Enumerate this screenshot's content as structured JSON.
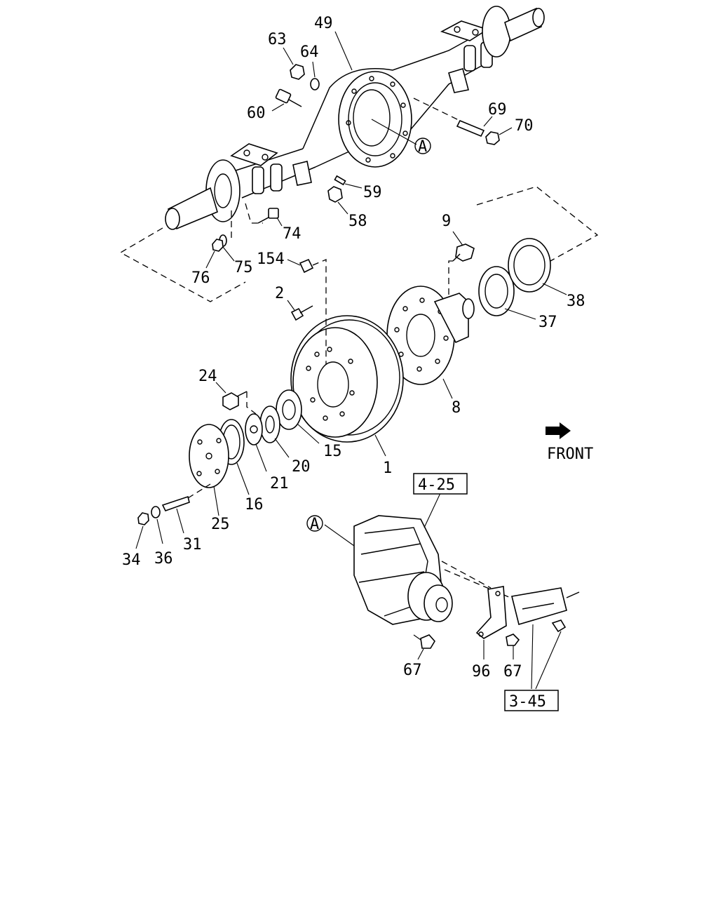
{
  "labels": {
    "p49": "49",
    "p63": "63",
    "p64": "64",
    "p60": "60",
    "p69": "69",
    "p70": "70",
    "p59": "59",
    "p58": "58",
    "p74": "74",
    "p75": "75",
    "p76": "76",
    "p154": "154",
    "p9": "9",
    "p2": "2",
    "p38": "38",
    "p37": "37",
    "p8": "8",
    "p24": "24",
    "p15": "15",
    "p20": "20",
    "p21": "21",
    "p1": "1",
    "p16": "16",
    "p25": "25",
    "p31": "31",
    "p34": "34",
    "p36": "36",
    "p67a": "67",
    "p96": "96",
    "p67b": "67",
    "ref_a_top": "A",
    "ref_a_bottom": "A"
  },
  "refs": {
    "box_4_25": "4-25",
    "box_3_45": "3-45"
  },
  "front_label": "FRONT",
  "icons": {
    "front_arrow": "front-arrow-icon",
    "ref_marker": "circle-a-icon"
  }
}
